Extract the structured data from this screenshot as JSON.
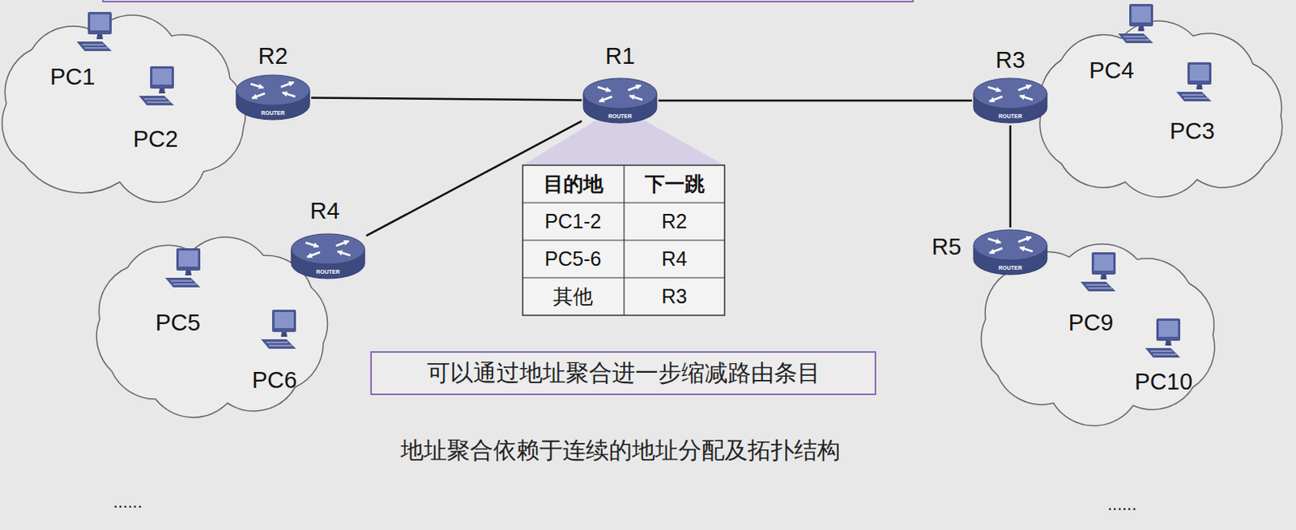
{
  "diagram": {
    "nodes": [
      {
        "text": [
          "PC1"
        ]
      },
      {
        "text": [
          "R2",
          "ROUTER"
        ]
      },
      {
        "text": [
          "R1",
          "ROUTER"
        ]
      },
      {
        "text": [
          "R3",
          "ROUTER"
        ]
      },
      {
        "text": [
          "PC4"
        ]
      },
      {
        "text": [
          "PC2"
        ]
      },
      {
        "text": [
          "PC3"
        ]
      },
      {
        "text": [
          "R4",
          "ROUTER"
        ]
      },
      {
        "text": [
          "R5",
          "ROUTER"
        ]
      },
      {
        "text": [
          "PC5"
        ]
      },
      {
        "text": [
          "PC9"
        ]
      },
      {
        "text": [
          "PC6"
        ]
      },
      {
        "text": [
          "PC10"
        ]
      },
      {
        "text": [
          "可以通过地址聚合进一步缩减路由条目"
        ]
      }
    ],
    "edges": [
      {
        "from": 1,
        "to": 2,
        "arrow": "none"
      },
      {
        "from": 2,
        "to": 3,
        "arrow": "none"
      },
      {
        "from": 2,
        "to": 7,
        "arrow": "none"
      },
      {
        "from": 3,
        "to": 8,
        "arrow": "none"
      }
    ],
    "labels": [
      "目的地",
      "下一跳",
      "PC1-2",
      "R2",
      "PC5-6",
      "R4",
      "其他",
      "R3",
      "地址聚合依赖于连续的地址分配及拓扑结构",
      "......",
      "......"
    ]
  }
}
